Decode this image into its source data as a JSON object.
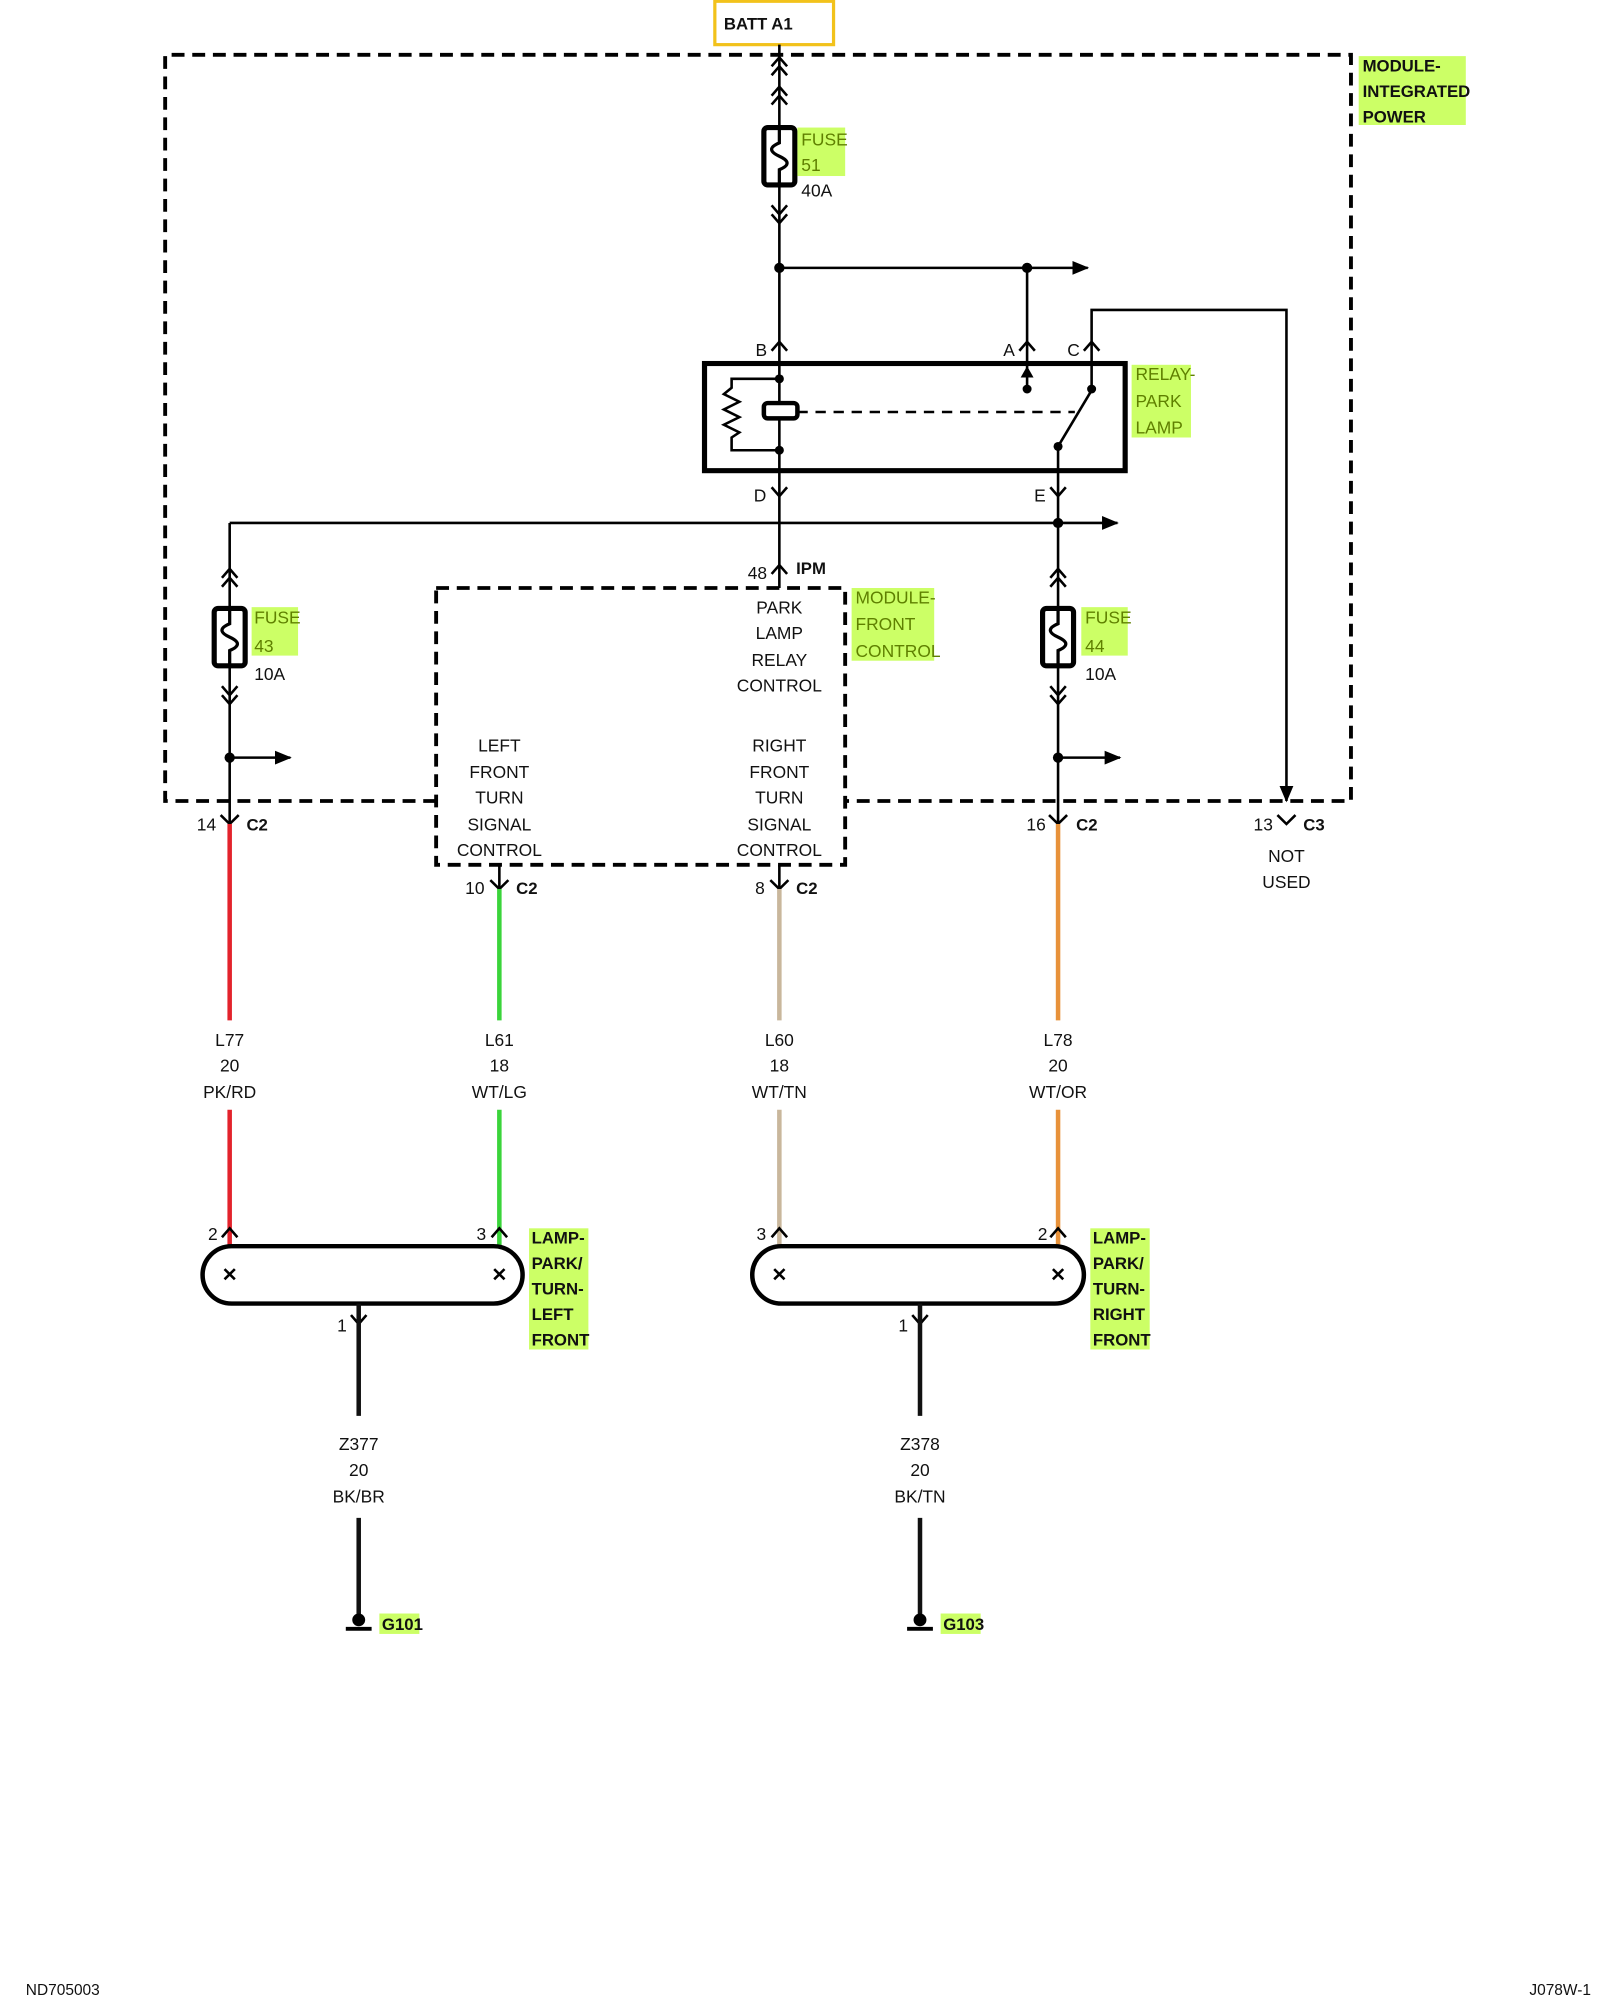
{
  "battery": {
    "label": "BATT A1"
  },
  "modules": {
    "integrated_power": {
      "lines": [
        "MODULE-",
        "INTEGRATED",
        "POWER"
      ]
    },
    "front_control": {
      "lines": [
        "MODULE-",
        "FRONT",
        "CONTROL"
      ],
      "park_lamp_relay_control": [
        "PARK",
        "LAMP",
        "RELAY",
        "CONTROL"
      ],
      "left_turn_signal_control": [
        "LEFT",
        "FRONT",
        "TURN",
        "SIGNAL",
        "CONTROL"
      ],
      "right_turn_signal_control": [
        "RIGHT",
        "FRONT",
        "TURN",
        "SIGNAL",
        "CONTROL"
      ]
    }
  },
  "fuses": {
    "f51": {
      "lines": [
        "FUSE",
        "51"
      ],
      "rating": "40A"
    },
    "f43": {
      "lines": [
        "FUSE",
        "43"
      ],
      "rating": "10A"
    },
    "f44": {
      "lines": [
        "FUSE",
        "44"
      ],
      "rating": "10A"
    }
  },
  "relay": {
    "lines": [
      "RELAY-",
      "PARK",
      "LAMP"
    ],
    "pins": {
      "b": "B",
      "a": "A",
      "c": "C",
      "d": "D",
      "e": "E"
    }
  },
  "connectors": {
    "ipm_48": {
      "pin": "48",
      "name": "IPM"
    },
    "c2_14": {
      "pin": "14",
      "name": "C2"
    },
    "c2_16": {
      "pin": "16",
      "name": "C2"
    },
    "c3_13": {
      "pin": "13",
      "name": "C3",
      "note": [
        "NOT",
        "USED"
      ]
    },
    "c2_10": {
      "pin": "10",
      "name": "C2"
    },
    "c2_8": {
      "pin": "8",
      "name": "C2"
    }
  },
  "wires": [
    {
      "circuit": "L77",
      "gauge": "20",
      "color_code": "PK/RD",
      "color": "#e3232c"
    },
    {
      "circuit": "L61",
      "gauge": "18",
      "color_code": "WT/LG",
      "color": "#3ad43a"
    },
    {
      "circuit": "L60",
      "gauge": "18",
      "color_code": "WT/TN",
      "color": "#c9b79c"
    },
    {
      "circuit": "L78",
      "gauge": "20",
      "color_code": "WT/OR",
      "color": "#e8923a"
    },
    {
      "circuit": "Z377",
      "gauge": "20",
      "color_code": "BK/BR",
      "color": "#111111"
    },
    {
      "circuit": "Z378",
      "gauge": "20",
      "color_code": "BK/TN",
      "color": "#111111"
    }
  ],
  "lamps": {
    "left": {
      "lines": [
        "LAMP-",
        "PARK/",
        "TURN-",
        "LEFT",
        "FRONT"
      ],
      "pins": [
        "2",
        "3"
      ],
      "ground_pin": "1"
    },
    "right": {
      "lines": [
        "LAMP-",
        "PARK/",
        "TURN-",
        "RIGHT",
        "FRONT"
      ],
      "pins": [
        "3",
        "2"
      ],
      "ground_pin": "1"
    }
  },
  "grounds": {
    "left": "G101",
    "right": "G103"
  },
  "footer": {
    "left": "ND705003",
    "right": "J078W-1"
  },
  "colors": {
    "highlight": "#ccff66",
    "battery_outline": "#f2c21b"
  }
}
